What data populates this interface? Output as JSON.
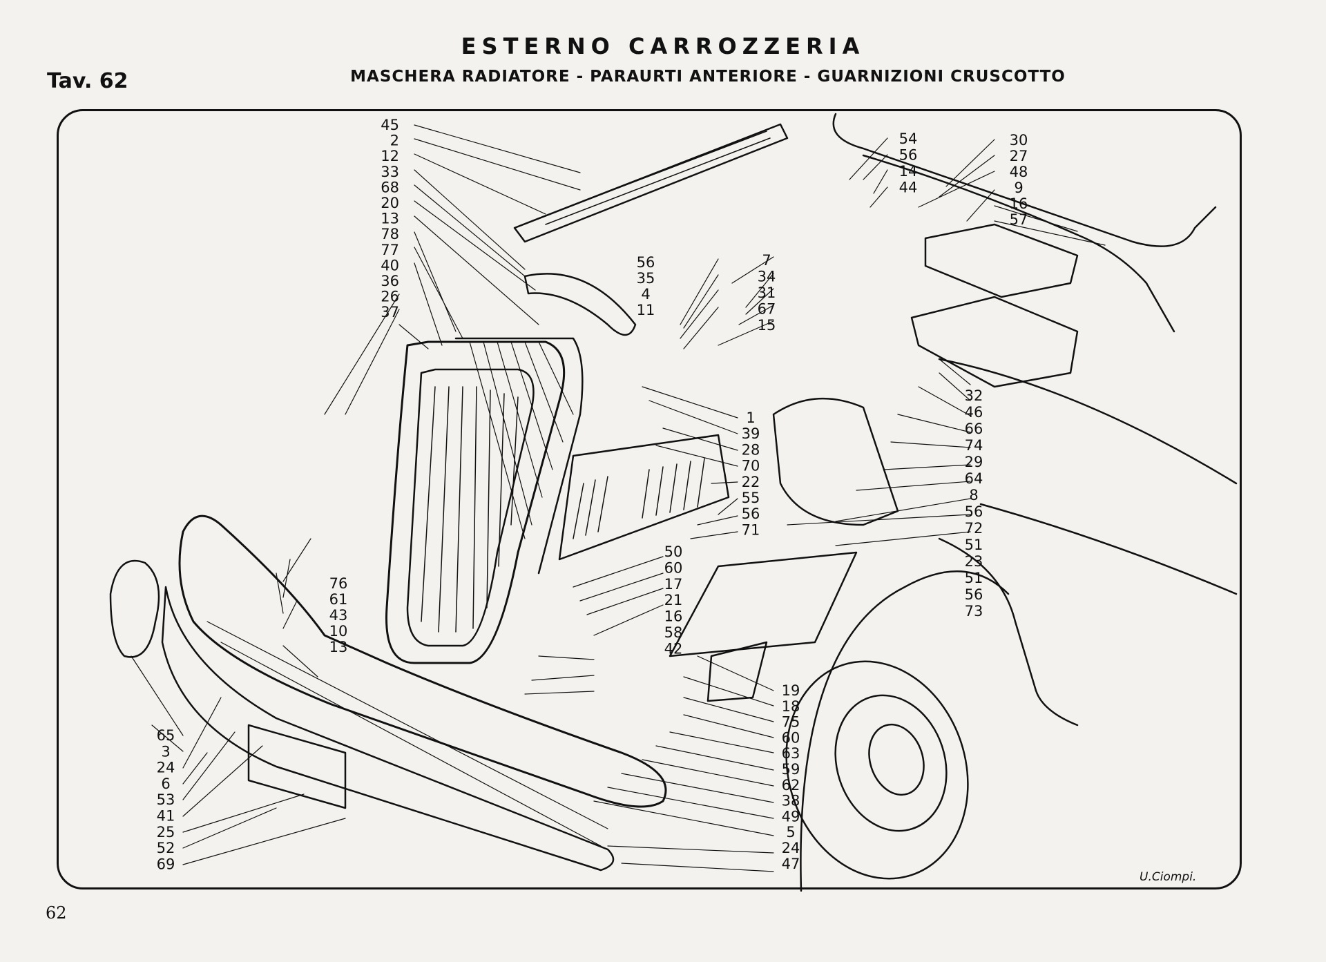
{
  "header": {
    "title": "ESTERNO CARROZZERIA",
    "subtitle": "MASCHERA RADIATORE - PARAURTI ANTERIORE - GUARNIZIONI CRUSCOTTO",
    "plate": "Tav. 62"
  },
  "footer": {
    "page_number": "62",
    "signature": "U.Ciompi."
  },
  "diagram": {
    "line_color": "#111111",
    "paper_color": "#f3f2ee",
    "callouts_left_top": [
      "45",
      "2",
      "12",
      "33",
      "68",
      "20",
      "13",
      "78",
      "77",
      "40",
      "36",
      "26",
      "37"
    ],
    "callouts_left_bottom": [
      "76",
      "61",
      "43",
      "10",
      "13"
    ],
    "callouts_left_lower": [
      "65",
      "3",
      "24",
      "6",
      "53",
      "41",
      "25",
      "52",
      "69"
    ],
    "callouts_mid_upper": [
      "56",
      "35",
      "4",
      "11"
    ],
    "callouts_mid_column": [
      "7",
      "34",
      "31",
      "67",
      "15"
    ],
    "callouts_top_right_a": [
      "54",
      "56",
      "14",
      "44"
    ],
    "callouts_top_right_b": [
      "30",
      "27",
      "48",
      "9",
      "16",
      "57"
    ],
    "callouts_mid_right": [
      "1",
      "39",
      "28",
      "70",
      "22",
      "55",
      "56",
      "71"
    ],
    "callouts_right_column": [
      "32",
      "46",
      "66",
      "74",
      "29",
      "64",
      "8",
      "56",
      "72",
      "51",
      "23",
      "51",
      "56",
      "73"
    ],
    "callouts_center_lower": [
      "50",
      "60",
      "17",
      "21",
      "16",
      "58",
      "42"
    ],
    "callouts_bottom_right": [
      "19",
      "18",
      "75",
      "60",
      "63",
      "59",
      "62",
      "38",
      "49",
      "5",
      "24",
      "47"
    ]
  }
}
